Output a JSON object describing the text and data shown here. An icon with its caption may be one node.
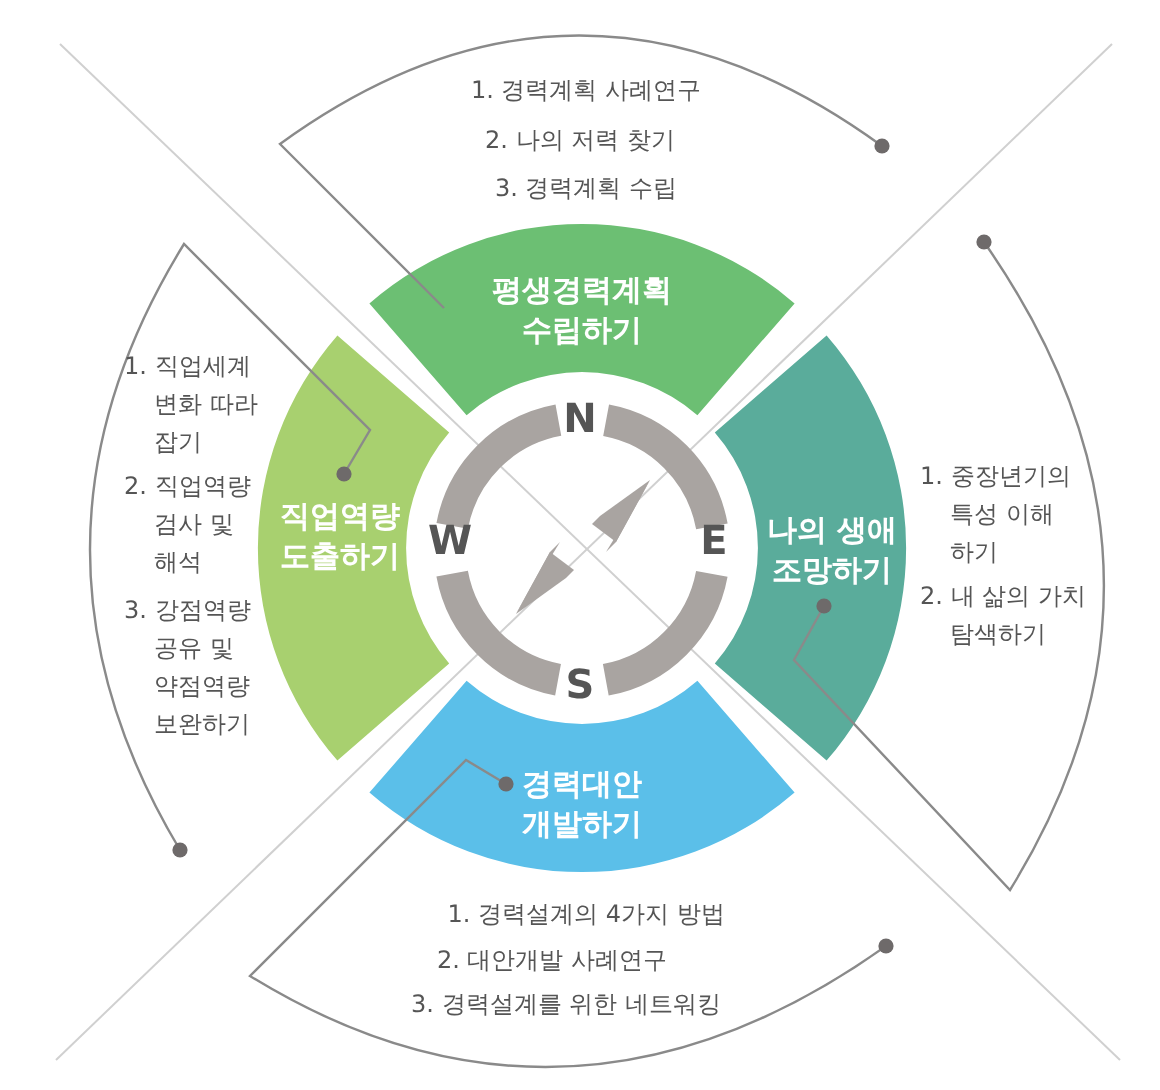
{
  "diagram": {
    "nodes": [
      {
        "text": [
          "평생경력계획 수립하기"
        ]
      },
      {
        "text": [
          "직업역량 도출하기"
        ]
      },
      {
        "text": [
          "나의 생애 조망하기"
        ]
      },
      {
        "text": [
          "경력대안 개발하기"
        ]
      }
    ],
    "labels": [
      "1. 경력계획 사례연구",
      "2. 나의 저력 찾기",
      "3. 경력계획 수립",
      "N",
      "1. 직업세계 변화 따라 잡기",
      "2. 직업역량 검사 및 해석",
      "3. 강점역량 공유 및 약점역량 보완하기",
      "W",
      "E",
      "1. 중장년기의 특성 이해 하기",
      "2. 내 삶의 가치 탐색하기",
      "S",
      "1. 경력설계의 4가지 방법",
      "2. 대안개발 사례연구",
      "3. 경력설계를 위한 네트워킹"
    ]
  }
}
